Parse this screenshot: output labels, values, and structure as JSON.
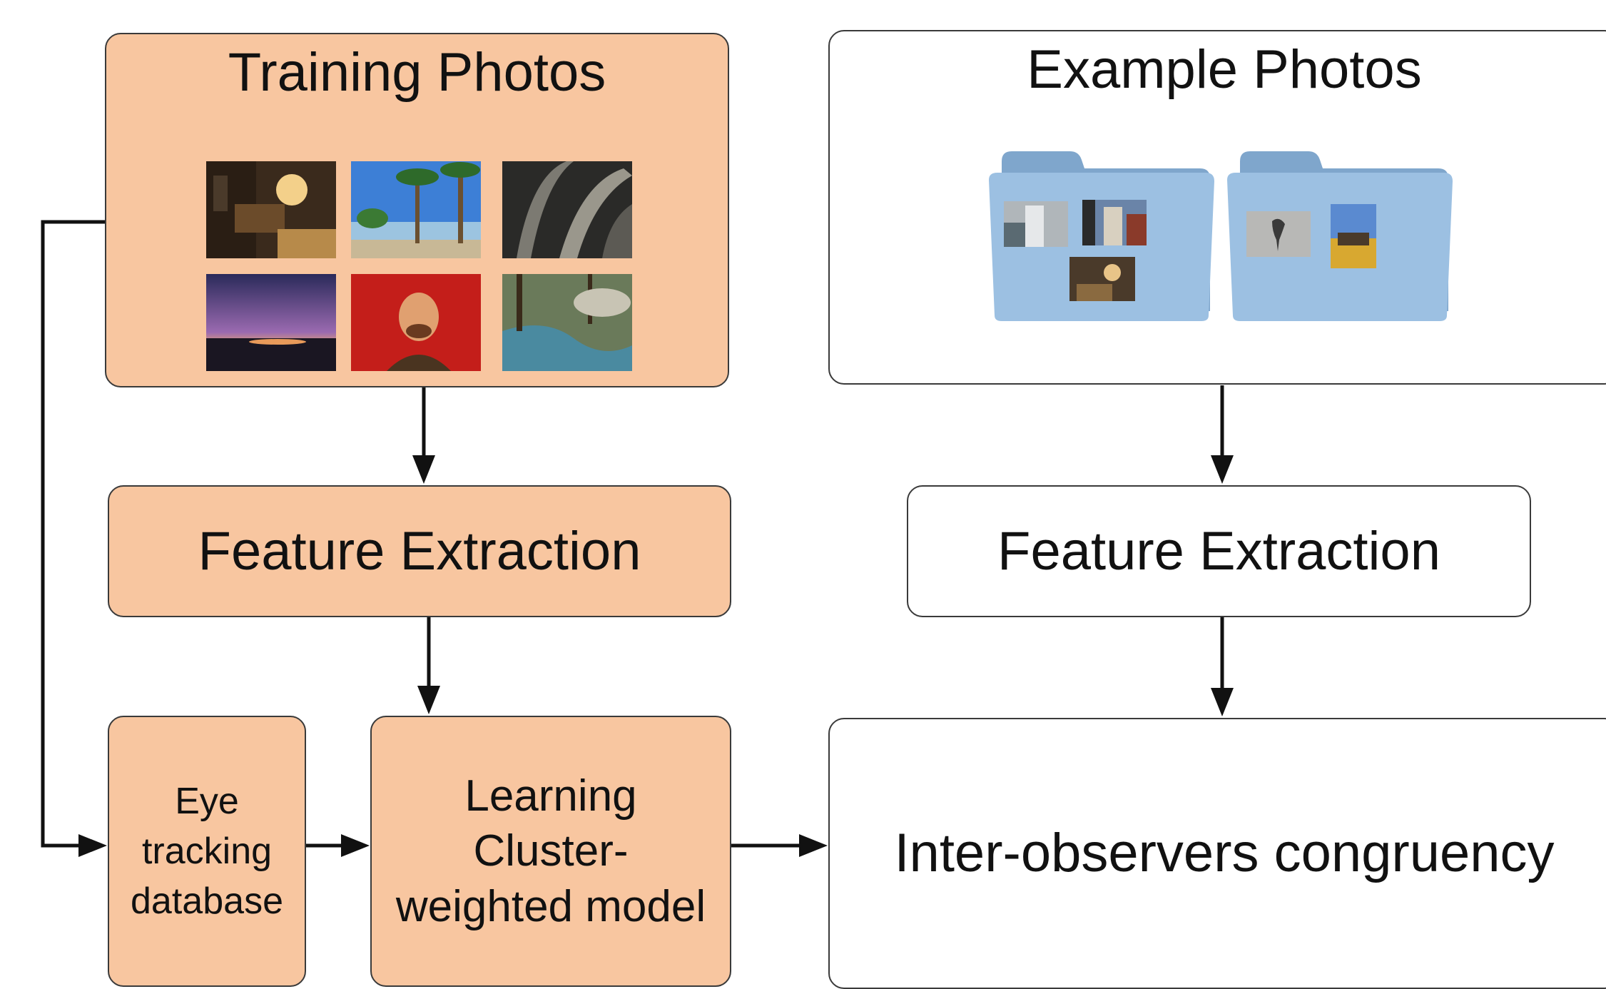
{
  "training": {
    "title": "Training Photos",
    "photos": [
      "indoor-room-photo",
      "palm-trees-photo",
      "cathedral-arches-photo",
      "sunset-lake-photo",
      "portrait-red-photo",
      "river-trees-photo"
    ]
  },
  "example": {
    "title": "Example Photos",
    "folders": [
      "folder-icon",
      "folder-icon"
    ]
  },
  "feature_left": {
    "label": "Feature Extraction"
  },
  "feature_right": {
    "label": "Feature Extraction"
  },
  "eye": {
    "line1": "Eye",
    "line2": "tracking",
    "line3": "database"
  },
  "learning": {
    "line1": "Learning",
    "line2": "Cluster-",
    "line3": "weighted model"
  },
  "ioc": {
    "label": "Inter-observers congruency"
  },
  "colors": {
    "peach_fill": "#f8c6a0",
    "white_fill": "#ffffff",
    "border": "#3a3a3a",
    "arrow": "#111111",
    "folder_blue": "#8fb4d8"
  }
}
